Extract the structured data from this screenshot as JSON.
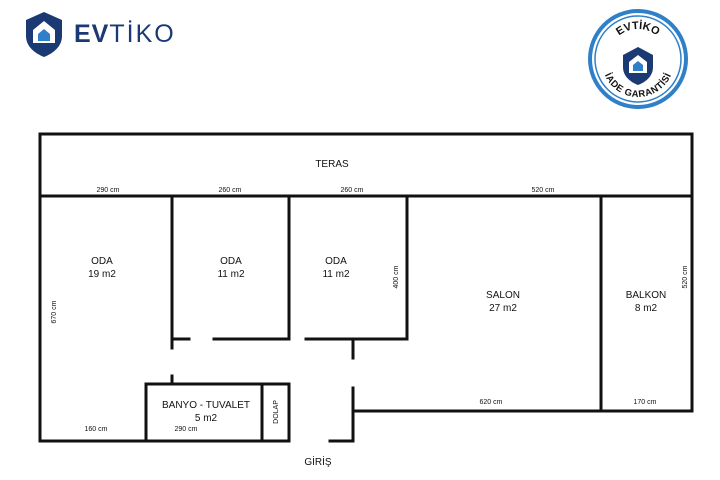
{
  "brand": {
    "logo_ev": "EV",
    "logo_tiko": "TİKO",
    "navy": "#1b3a73",
    "blue": "#2f80c8"
  },
  "seal": {
    "top_text": "EVTİKO",
    "bottom_text": "İADE GARANTİSİ"
  },
  "plan": {
    "terrace": "TERAS",
    "entrance": "GİRİŞ",
    "rooms": [
      {
        "name": "ODA",
        "area": "19 m2"
      },
      {
        "name": "ODA",
        "area": "11 m2"
      },
      {
        "name": "ODA",
        "area": "11 m2"
      },
      {
        "name": "SALON",
        "area": "27 m2"
      },
      {
        "name": "BALKON",
        "area": "8 m2"
      },
      {
        "name": "BANYO - TUVALET",
        "area": "5 m2"
      },
      {
        "name": "DOLAP"
      }
    ],
    "dimensions": {
      "top_1": "290 cm",
      "top_2": "260 cm",
      "top_3": "260 cm",
      "top_4": "520 cm",
      "left_height": "670 cm",
      "room3_height": "400 cm",
      "balcony_height": "520 cm",
      "bottom_1": "160 cm",
      "bottom_2": "290 cm",
      "bottom_3": "620 cm",
      "bottom_4": "170 cm"
    }
  }
}
